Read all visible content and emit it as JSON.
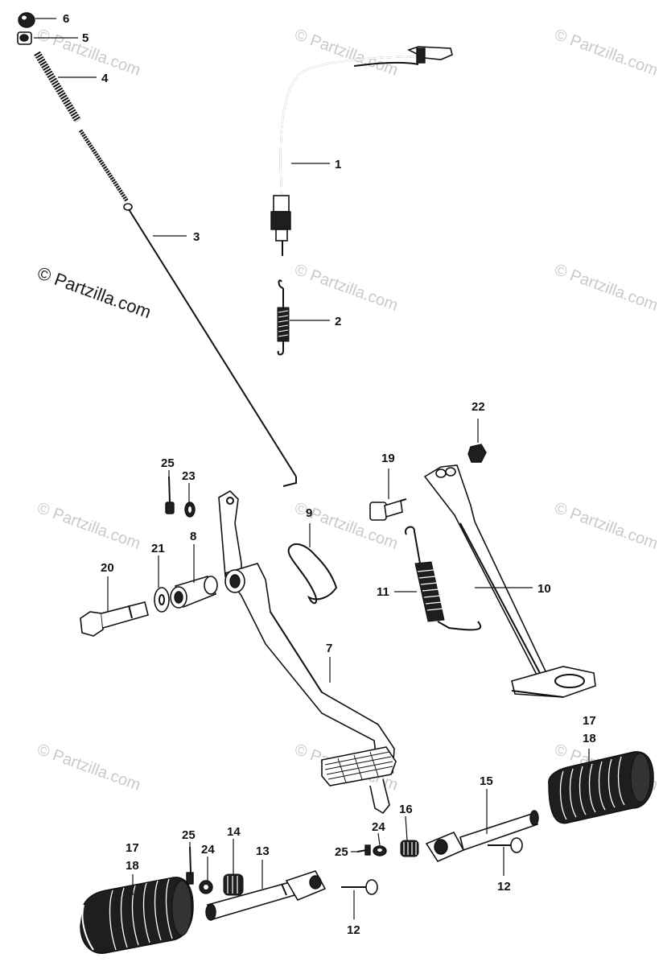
{
  "watermark": {
    "primary": "© Partzilla.com",
    "tiles": [
      "© Partzilla.com",
      "© Partzilla.com",
      "© Partzilla.com",
      "© Partzilla.com",
      "© Partzilla.com",
      "© Partzilla.com",
      "© Partzilla.com",
      "© Partzilla.com",
      "© Partzilla.com",
      "© Partzilla.com",
      "© Partzilla.com"
    ]
  },
  "callouts": {
    "c1": "1",
    "c2": "2",
    "c3": "3",
    "c4": "4",
    "c5": "5",
    "c6": "6",
    "c7": "7",
    "c8": "8",
    "c9": "9",
    "c10": "10",
    "c11": "11",
    "c12a": "12",
    "c12b": "12",
    "c13": "13",
    "c14": "14",
    "c15": "15",
    "c16": "16",
    "c17a": "17",
    "c18a": "18",
    "c17b": "17",
    "c18b": "18",
    "c19": "19",
    "c20": "20",
    "c21": "21",
    "c22": "22",
    "c23": "23",
    "c24a": "24",
    "c24b": "24",
    "c25a": "25",
    "c25b": "25",
    "c25c": "25"
  }
}
